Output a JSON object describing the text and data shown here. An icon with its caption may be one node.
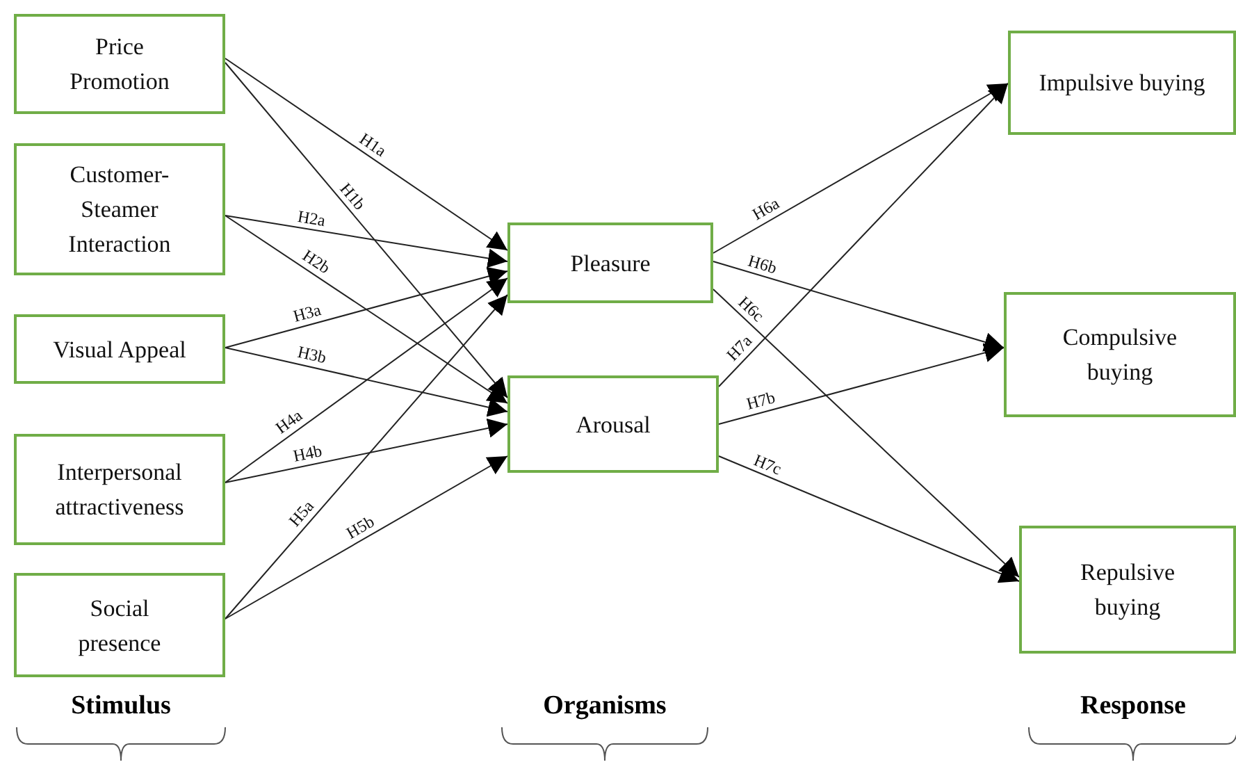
{
  "diagram": {
    "nodes": [
      {
        "text": [
          "Price Promotion"
        ]
      },
      {
        "text": [
          "Customer-Steamer Interaction"
        ]
      },
      {
        "text": [
          "Visual Appeal"
        ]
      },
      {
        "text": [
          "Interpersonal attractiveness"
        ]
      },
      {
        "text": [
          "Social presence"
        ]
      },
      {
        "text": [
          "Pleasure"
        ]
      },
      {
        "text": [
          "Arousal"
        ]
      },
      {
        "text": [
          "Impulsive buying"
        ]
      },
      {
        "text": [
          "Compulsive buying"
        ]
      },
      {
        "text": [
          "Repulsive buying"
        ]
      }
    ],
    "edges": [
      {
        "from": 0,
        "to": 5,
        "arrow": "to",
        "label": "H1a"
      },
      {
        "from": 0,
        "to": 6,
        "arrow": "to",
        "label": "H1b"
      },
      {
        "from": 1,
        "to": 5,
        "arrow": "to",
        "label": "H2a"
      },
      {
        "from": 1,
        "to": 6,
        "arrow": "to",
        "label": "H2b"
      },
      {
        "from": 2,
        "to": 5,
        "arrow": "to",
        "label": "H3a"
      },
      {
        "from": 2,
        "to": 6,
        "arrow": "to",
        "label": "H3b"
      },
      {
        "from": 3,
        "to": 5,
        "arrow": "to",
        "label": "H4a"
      },
      {
        "from": 3,
        "to": 6,
        "arrow": "to",
        "label": "H4b"
      },
      {
        "from": 4,
        "to": 5,
        "arrow": "to",
        "label": "H5a"
      },
      {
        "from": 4,
        "to": 6,
        "arrow": "to",
        "label": "H5b"
      },
      {
        "from": 5,
        "to": 7,
        "arrow": "to",
        "label": "H6a"
      },
      {
        "from": 5,
        "to": 8,
        "arrow": "to",
        "label": "H6b"
      },
      {
        "from": 5,
        "to": 9,
        "arrow": "to",
        "label": "H6c"
      },
      {
        "from": 6,
        "to": 7,
        "arrow": "to",
        "label": "H7a"
      },
      {
        "from": 6,
        "to": 8,
        "arrow": "to",
        "label": "H7b"
      },
      {
        "from": 6,
        "to": 9,
        "arrow": "to",
        "label": "H7c"
      }
    ],
    "labels": [
      "Stimulus",
      "Organisms",
      "Response"
    ]
  }
}
